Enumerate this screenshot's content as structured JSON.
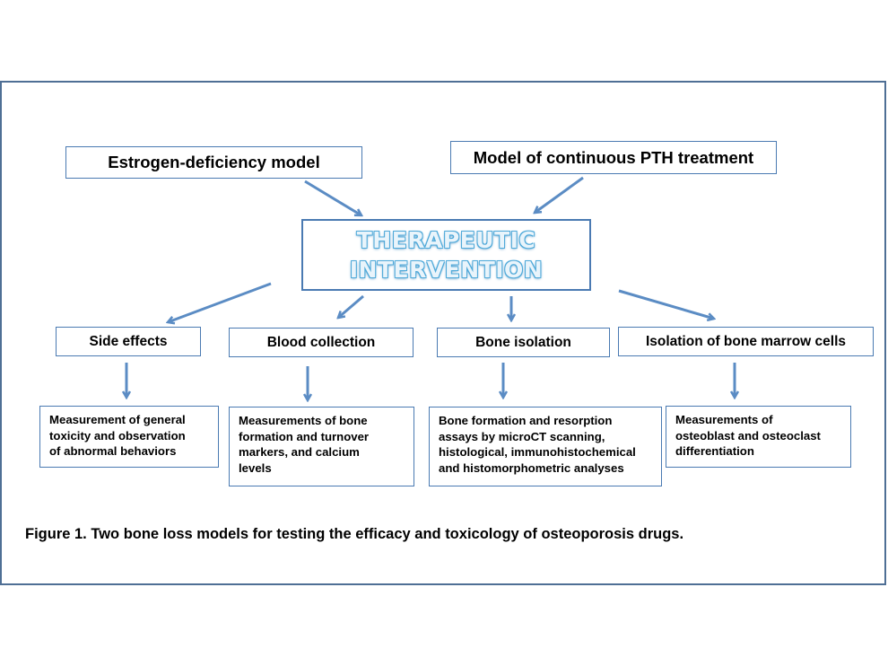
{
  "colors": {
    "border": "#4a7ab2",
    "arrow": "#5b8cc4",
    "frame": "#4f6f95",
    "title_fill": "#e9f4fb",
    "title_outline": "#4ea9d9"
  },
  "models": {
    "estrogen": "Estrogen-deficiency model",
    "pth": "Model of continuous PTH treatment"
  },
  "intervention": {
    "line1": "THERAPEUTIC",
    "line2": "INTERVENTION"
  },
  "categories": {
    "side_effects": "Side effects",
    "blood": "Blood collection",
    "bone": "Bone isolation",
    "marrow": "Isolation of bone marrow cells"
  },
  "details": {
    "side_effects": [
      "Measurement of general",
      "toxicity and observation",
      "of abnormal behaviors"
    ],
    "blood": [
      "Measurements of bone",
      "formation and turnover",
      "markers, and calcium",
      "levels"
    ],
    "bone": [
      "Bone formation and resorption",
      "assays by microCT scanning,",
      "histological, immunohistochemical",
      "and histomorphometric analyses"
    ],
    "marrow": [
      "Measurements of",
      "osteoblast and osteoclast",
      "differentiation"
    ]
  },
  "caption": "Figure 1. Two bone loss models for testing the efficacy and toxicology of osteoporosis drugs."
}
